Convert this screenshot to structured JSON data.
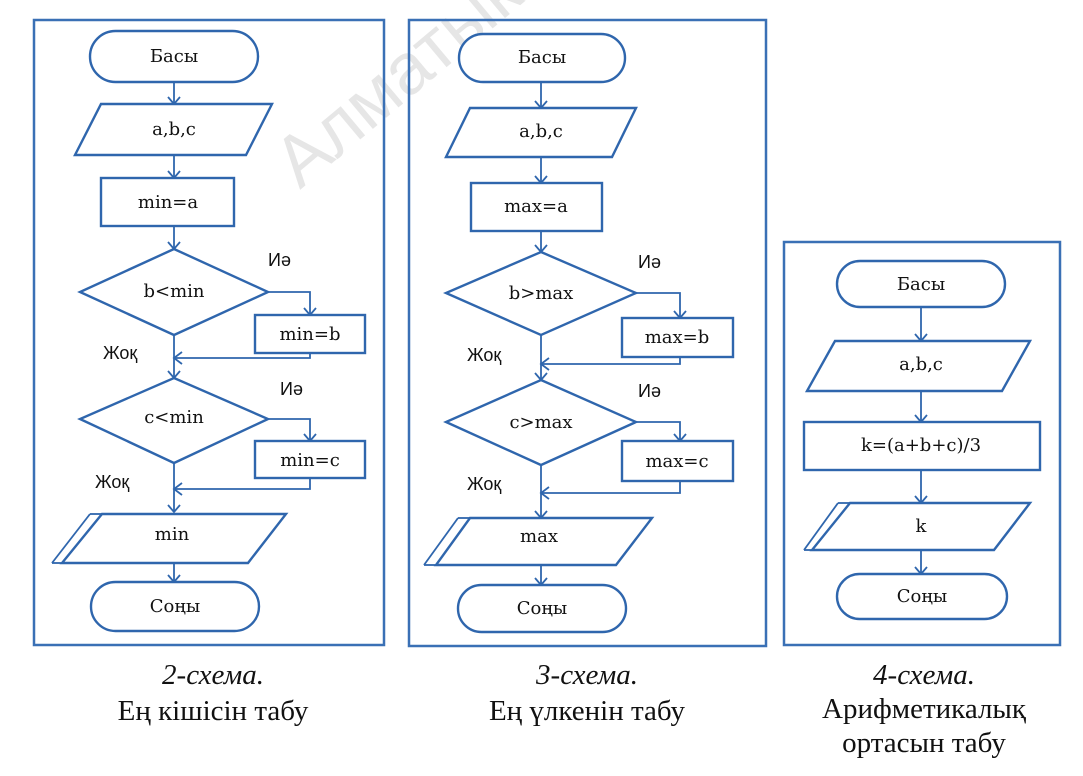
{
  "watermark": "Алматык",
  "schemes": [
    {
      "start": "Басы",
      "input": "a,b,c",
      "init": "min=a",
      "decision1": "b<min",
      "yes1": "Иә",
      "assign1": "min=b",
      "no1": "Жоқ",
      "decision2": "c<min",
      "yes2": "Иә",
      "assign2": "min=c",
      "no2": "Жоқ",
      "output": "min",
      "end": "Соңы",
      "caption_number": "2-схема.",
      "caption_line1": "Ең кішісін табу"
    },
    {
      "start": "Басы",
      "input": "a,b,c",
      "init": "max=a",
      "decision1": "b>max",
      "yes1": "Иә",
      "assign1": "max=b",
      "no1": "Жоқ",
      "decision2": "c>max",
      "yes2": "Иә",
      "assign2": "max=c",
      "no2": "Жоқ",
      "output": "max",
      "end": "Соңы",
      "caption_number": "3-схема.",
      "caption_line1": "Ең үлкенін табу"
    },
    {
      "start": "Басы",
      "input": "a,b,c",
      "process": "k=(a+b+c)/3",
      "output": "k",
      "end": "Соңы",
      "caption_number": "4-схема.",
      "caption_line1": "Арифметикалық",
      "caption_line2": "ортасын табу"
    }
  ]
}
